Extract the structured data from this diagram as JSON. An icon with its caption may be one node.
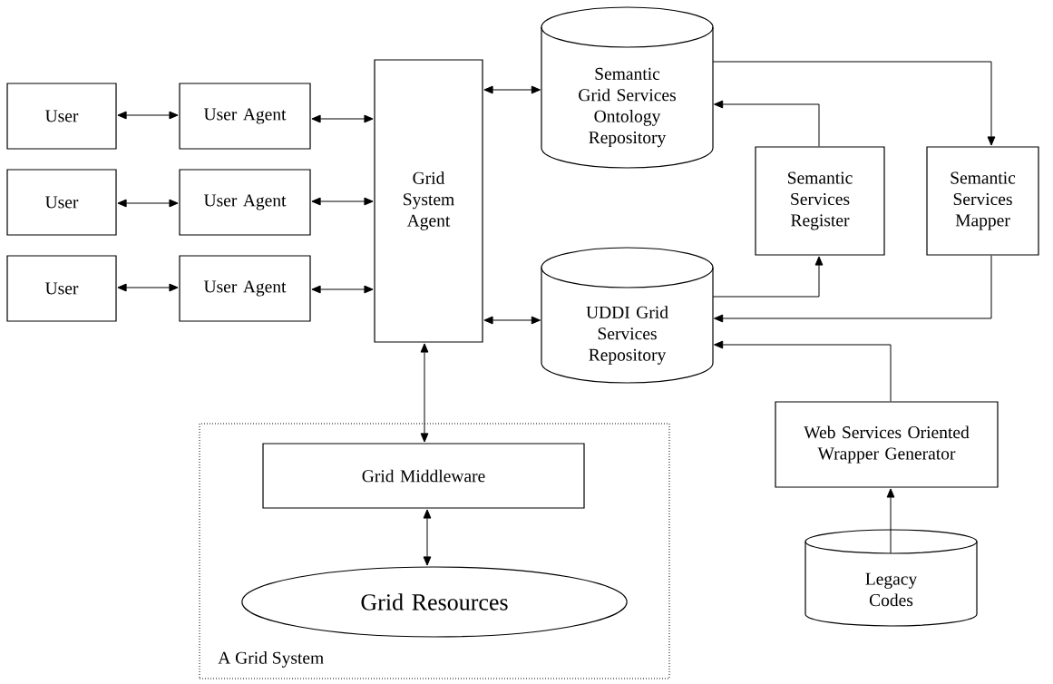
{
  "diagram": {
    "nodes": [
      {
        "text": [
          "User"
        ]
      },
      {
        "text": [
          "User Agent"
        ]
      },
      {
        "text": [
          "User"
        ]
      },
      {
        "text": [
          "User Agent"
        ]
      },
      {
        "text": [
          "User"
        ]
      },
      {
        "text": [
          "User Agent"
        ]
      },
      {
        "text": [
          "Grid System Agent"
        ]
      },
      {
        "text": [
          "Semantic Grid Services Ontology Repository"
        ]
      },
      {
        "text": [
          "Semantic Services Register"
        ]
      },
      {
        "text": [
          "Semantic Services Mapper"
        ]
      },
      {
        "text": [
          "UDDI Grid Services Repository"
        ]
      },
      {
        "text": [
          "A Grid System"
        ]
      },
      {
        "text": [
          "Grid Middleware"
        ],
        "in": 11
      },
      {
        "text": [
          "Grid Resources"
        ],
        "in": 11
      },
      {
        "text": [
          "Web Services Oriented Wrapper Generator"
        ]
      },
      {
        "text": [
          "Legacy Codes"
        ]
      }
    ],
    "edges": [
      {
        "from": 0,
        "to": 1,
        "arrow": "both"
      },
      {
        "from": 2,
        "to": 3,
        "arrow": "both"
      },
      {
        "from": 4,
        "to": 5,
        "arrow": "both"
      },
      {
        "from": 1,
        "to": 6,
        "arrow": "both"
      },
      {
        "from": 3,
        "to": 6,
        "arrow": "both"
      },
      {
        "from": 5,
        "to": 6,
        "arrow": "both"
      },
      {
        "from": 6,
        "to": 7,
        "arrow": "both"
      },
      {
        "from": 6,
        "to": 10,
        "arrow": "both"
      },
      {
        "from": 6,
        "to": 12,
        "arrow": "both"
      },
      {
        "from": 12,
        "to": 13,
        "arrow": "both"
      },
      {
        "from": 7,
        "to": 9,
        "arrow": "to"
      },
      {
        "from": 8,
        "to": 7,
        "arrow": "to"
      },
      {
        "from": 10,
        "to": 8,
        "arrow": "to"
      },
      {
        "from": 9,
        "to": 10,
        "arrow": "to"
      },
      {
        "from": 14,
        "to": 10,
        "arrow": "to"
      },
      {
        "from": 15,
        "to": 14,
        "arrow": "to"
      }
    ]
  }
}
